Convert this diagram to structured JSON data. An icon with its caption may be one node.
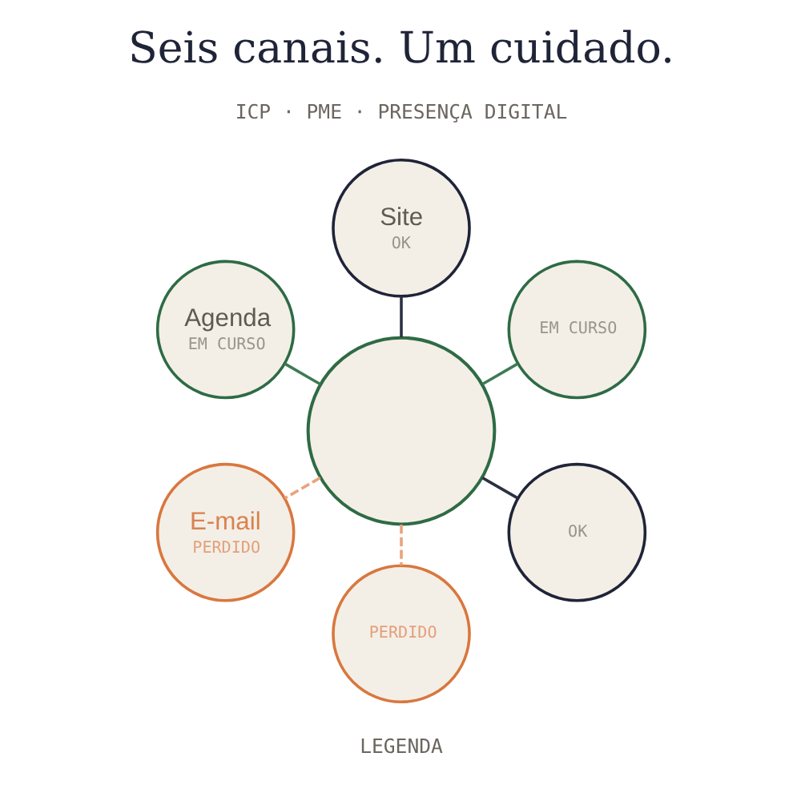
{
  "diagram": {
    "title": "Seis canais. Um cuidado.",
    "nodes": [
      {
        "text": [
          "Site",
          "OK"
        ]
      },
      {
        "text": [
          "Agenda",
          "EM CURSO"
        ]
      },
      {
        "text": [
          "EM CURSO"
        ]
      },
      {
        "text": [],
        "shape": "circle"
      },
      {
        "text": [
          "OK"
        ]
      },
      {
        "text": [
          "E-mail",
          "PERDIDO"
        ]
      },
      {
        "text": [
          "PERDIDO"
        ]
      }
    ],
    "edges": [
      {
        "from": 3,
        "to": 0,
        "arrow": "none",
        "color": "#2b3142"
      },
      {
        "from": 3,
        "to": 1,
        "arrow": "none",
        "color": "#3f7a55"
      },
      {
        "from": 3,
        "to": 2,
        "arrow": "none",
        "color": "#3f7a55"
      },
      {
        "from": 3,
        "to": 4,
        "arrow": "none",
        "color": "#2b3142"
      },
      {
        "from": 3,
        "to": 5,
        "arrow": "none",
        "style": "dashed",
        "color": "#eaa27c"
      },
      {
        "from": 3,
        "to": 6,
        "arrow": "none",
        "style": "dashed",
        "color": "#eaa27c"
      }
    ],
    "labels": [
      "ICP · PME · PRESENÇA DIGITAL",
      "LEGENDA"
    ]
  }
}
